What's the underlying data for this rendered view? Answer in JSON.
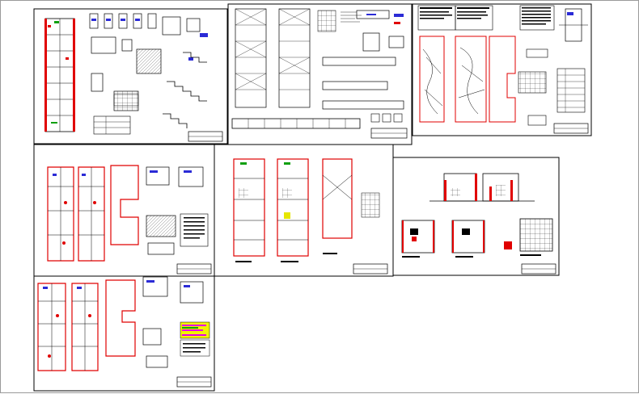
{
  "colors": {
    "background": "#ffffff",
    "linework": "#000000",
    "walls": "#e00000",
    "detail": "#2b2bd6",
    "accent_green": "#10a010",
    "legend_yellow": "#f2f200",
    "legend_magenta": "#e600e6"
  },
  "sheets": [
    {
      "id": "sheet-1",
      "kind": "structural-details"
    },
    {
      "id": "sheet-2",
      "kind": "foundation-frames"
    },
    {
      "id": "sheet-3",
      "kind": "electrical-plan"
    },
    {
      "id": "sheet-4",
      "kind": "sanitary-plan-a"
    },
    {
      "id": "sheet-5",
      "kind": "architectural-plans"
    },
    {
      "id": "sheet-6",
      "kind": "elevations-sections"
    },
    {
      "id": "sheet-7",
      "kind": "sanitary-plan-b"
    }
  ]
}
